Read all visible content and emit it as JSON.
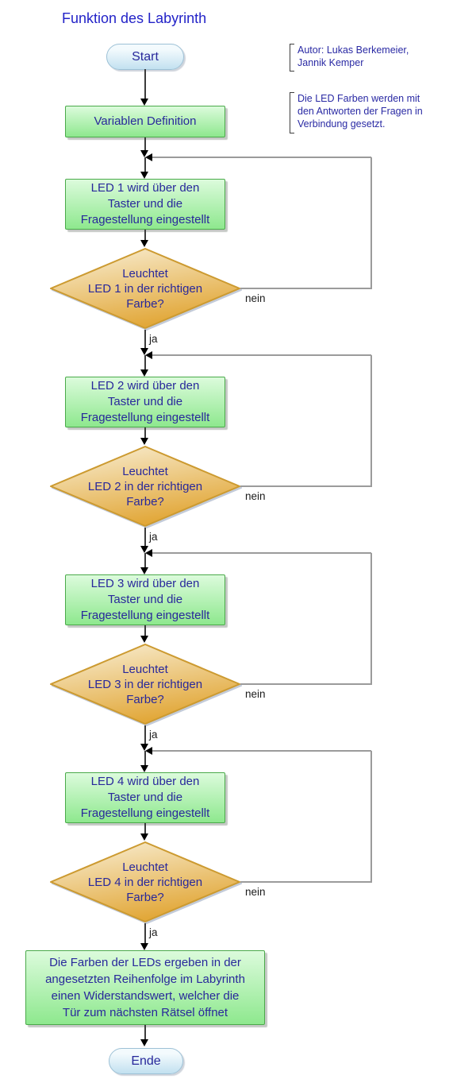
{
  "title": "Funktion des Labyrinth",
  "colors": {
    "title_text": "#2323c8",
    "node_text": "#28289b",
    "process_fill_top": "#dcfbdc",
    "process_fill_bottom": "#8ee88e",
    "process_border": "#4aaa4a",
    "decision_fill_light": "#f9f0d8",
    "decision_fill_dark": "#e2a83a",
    "decision_border": "#cc9a30",
    "terminator_fill": "#c2e1f0",
    "terminator_border": "#9dc1d6",
    "connector_line": "#3c3c3c",
    "loop_line": "#9b9b9b",
    "label_text": "#1c1c1c",
    "note_text": "#2a2aa4"
  },
  "start": {
    "label": "Start"
  },
  "variablen": {
    "label": "Variablen Definition"
  },
  "notes": {
    "author": {
      "lines": [
        "Autor: Lukas Berkemeier,",
        "Jannik Kemper"
      ]
    },
    "led": {
      "lines": [
        "Die LED Farben werden mit",
        "den Antworten der Fragen in",
        "Verbindung gesetzt."
      ]
    }
  },
  "sections": [
    {
      "box": [
        "LED 1 wird über den",
        "Taster und die",
        "Fragestellung eingestellt"
      ],
      "question": [
        "Leuchtet",
        "LED 1 in der richtigen",
        "Farbe?"
      ],
      "no_label": "nein",
      "yes_label": "ja"
    },
    {
      "box": [
        "LED 2 wird über den",
        "Taster und die",
        "Fragestellung eingestellt"
      ],
      "question": [
        "Leuchtet",
        "LED 2 in der richtigen",
        "Farbe?"
      ],
      "no_label": "nein",
      "yes_label": "ja"
    },
    {
      "box": [
        "LED 3 wird über den",
        "Taster und die",
        "Fragestellung eingestellt"
      ],
      "question": [
        "Leuchtet",
        "LED 3 in der richtigen",
        "Farbe?"
      ],
      "no_label": "nein",
      "yes_label": "ja"
    },
    {
      "box": [
        "LED 4 wird über den",
        "Taster und die",
        "Fragestellung eingestellt"
      ],
      "question": [
        "Leuchtet",
        "LED 4 in der richtigen",
        "Farbe?"
      ],
      "no_label": "nein",
      "yes_label": "ja"
    }
  ],
  "final_box": {
    "lines": [
      "Die Farben der LEDs ergeben in der",
      "angesetzten Reihenfolge im Labyrinth",
      "einen Widerstandswert, welcher die",
      "Tür zum nächsten Rätsel öffnet"
    ]
  },
  "end": {
    "label": "Ende"
  }
}
